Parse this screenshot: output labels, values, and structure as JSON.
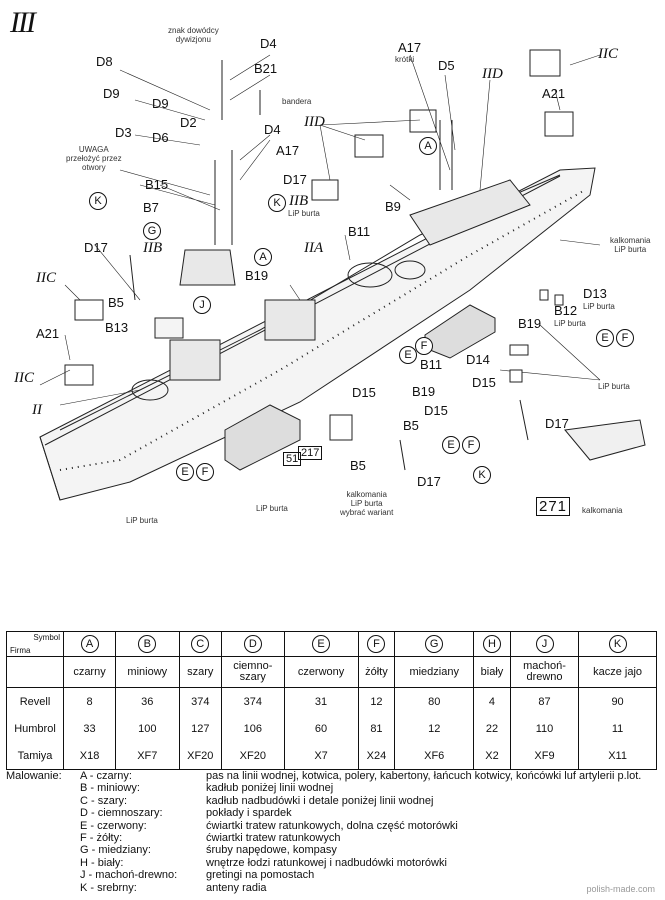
{
  "page": {
    "number": "III",
    "watermark": "polish-made.com"
  },
  "callouts": {
    "top_note": "znak dowódcy\ndywizjonu",
    "d4": "D4",
    "d8": "D8",
    "b21": "B21",
    "bandera": "bandera",
    "d9": "D9",
    "d9b": "D9",
    "d2": "D2",
    "d4b": "D4",
    "d3": "D3",
    "d6": "D6",
    "uwaga": "UWAGA\nprzełożyć przez\notwory",
    "a17a": "A17",
    "a17_note": "krótki",
    "d5": "D5",
    "iid_a": "IID",
    "iic_a": "IIC",
    "a21a": "A21",
    "iid_b": "IID",
    "a17b": "A17",
    "d17a": "D17",
    "iib": "IIB",
    "iib_note": "LiP burta",
    "b15a": "B15",
    "b7": "B7",
    "b9": "B9",
    "b11a": "B11",
    "iib2": "IIB",
    "iia": "IIA",
    "d17b": "D17",
    "b5a": "B5",
    "iic_b": "IIC",
    "b13": "B13",
    "a21b": "A21",
    "iic_c": "IIC",
    "ii": "II",
    "b19a": "B19",
    "kalk_right": "kalkomania\nLiP burta",
    "d13": "D13",
    "d13_note": "LiP burta",
    "b12": "B12",
    "b12_note": "LiP burta",
    "b19b": "B19",
    "b11b": "B11",
    "d14": "D14",
    "d15a": "D15",
    "lip_right": "LiP burta",
    "d15b": "D15",
    "b19c": "B19",
    "d15c": "D15",
    "b5b": "B5",
    "d17c": "D17",
    "b5c": "B5",
    "d17d": "D17",
    "lip_bottom_left": "LiP burta",
    "lip_bottom_mid": "LiP burta",
    "kalk_mid": "kalkomania\nLiP burta\nwybrać wariant",
    "decal_num": "271",
    "kalk_num": "kalkomania",
    "flag_a": "51",
    "flag_b": "217"
  },
  "circles": {
    "k1": "K",
    "g1": "G",
    "a1": "A",
    "j1": "J",
    "a2": "A",
    "k2": "K",
    "e1": "E",
    "f1": "F",
    "e2": "E",
    "f2": "F",
    "e3": "E",
    "f3": "F",
    "k3": "K",
    "e4": "E",
    "f4": "F"
  },
  "table": {
    "corner_symbol": "Symbol",
    "corner_firm": "Firma",
    "symbols": [
      "A",
      "B",
      "C",
      "D",
      "E",
      "F",
      "G",
      "H",
      "J",
      "K"
    ],
    "colors": [
      "czarny",
      "miniowy",
      "szary",
      "ciemno-\nszary",
      "czerwony",
      "żółty",
      "miedziany",
      "biały",
      "machoń-\ndrewno",
      "kacze jajo"
    ],
    "rows": [
      {
        "firm": "Revell",
        "values": [
          "8",
          "36",
          "374",
          "374",
          "31",
          "12",
          "80",
          "4",
          "87",
          "90"
        ]
      },
      {
        "firm": "Humbrol",
        "values": [
          "33",
          "100",
          "127",
          "106",
          "60",
          "81",
          "12",
          "22",
          "110",
          "11"
        ]
      },
      {
        "firm": "Tamiya",
        "values": [
          "X18",
          "XF7",
          "XF20",
          "XF20",
          "X7",
          "X24",
          "XF6",
          "X2",
          "XF9",
          "X11"
        ]
      }
    ]
  },
  "legend": {
    "heading": "Malowanie:",
    "items": [
      {
        "code": "A - czarny:",
        "desc": "pas na linii wodnej, kotwica, polery, kabertony, łańcuch kotwicy, końcówki luf artylerii p.lot."
      },
      {
        "code": "B - miniowy:",
        "desc": "kadłub poniżej linii wodnej"
      },
      {
        "code": "C - szary:",
        "desc": "kadłub nadbudówki i detale poniżej linii wodnej"
      },
      {
        "code": "D - ciemnoszary:",
        "desc": "pokłady i spardek"
      },
      {
        "code": "E - czerwony:",
        "desc": "ćwiartki tratew ratunkowych, dolna część motorówki"
      },
      {
        "code": "F - żółty:",
        "desc": "ćwiartki tratew ratunkowych"
      },
      {
        "code": "G - miedziany:",
        "desc": "śruby napędowe, kompasy"
      },
      {
        "code": "H - biały:",
        "desc": "wnętrze łodzi ratunkowej i nadbudówki motorówki"
      },
      {
        "code": "J - machoń-drewno:",
        "desc": "gretingi na pomostach"
      },
      {
        "code": "K - srebrny:",
        "desc": "anteny radia"
      }
    ]
  }
}
